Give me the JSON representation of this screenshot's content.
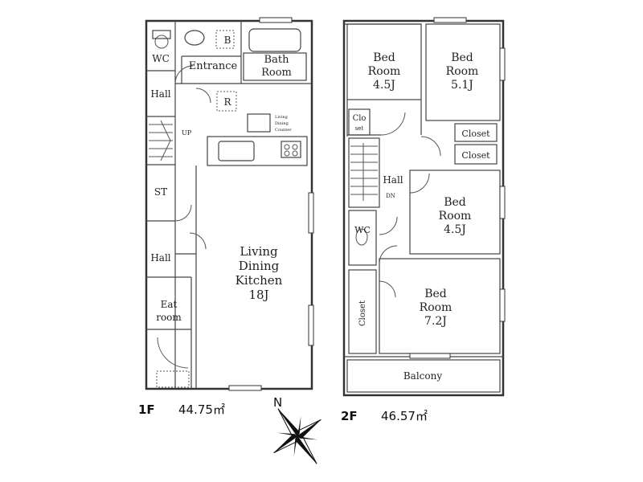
{
  "floor1": {
    "rooms": {
      "wc": "WC",
      "b": "B",
      "entrance": "Entrance",
      "bath": [
        "Bath",
        "Room"
      ],
      "hall_top": "Hall",
      "r": "R",
      "up": "UP",
      "st": "ST",
      "hall_bottom": "Hall",
      "eat": [
        "Eat",
        "room"
      ],
      "ldk": [
        "Living",
        "Dining",
        "Kitchen",
        "18J"
      ],
      "tiny_label": [
        "Living",
        "Dining",
        "Counter"
      ]
    },
    "area_label": "1F",
    "area_value": "44.75㎡"
  },
  "floor2": {
    "rooms": {
      "bed1": [
        "Bed",
        "Room",
        "4.5J"
      ],
      "bed2": [
        "Bed",
        "Room",
        "5.1J"
      ],
      "closet_small": [
        "Clo",
        "set"
      ],
      "closet_a": "Closet",
      "closet_b": "Closet",
      "hall": "Hall",
      "dn": "DN",
      "bed3": [
        "Bed",
        "Room",
        "4.5J"
      ],
      "wc": "WC",
      "closet_tall": "Closet",
      "bed4": [
        "Bed",
        "Room",
        "7.2J"
      ],
      "balcony": "Balcony"
    },
    "area_label": "2F",
    "area_value": "46.57㎡"
  },
  "compass": {
    "label": "N",
    "icon": "compass-rose-icon"
  }
}
